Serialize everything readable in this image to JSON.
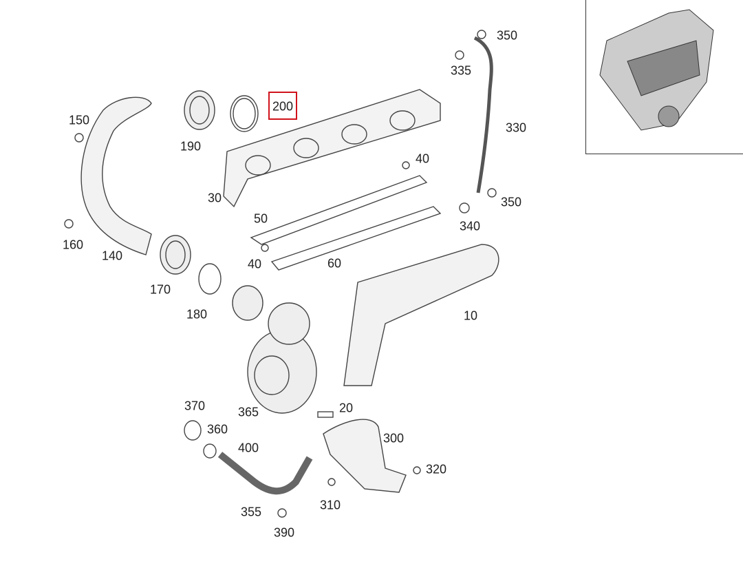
{
  "diagram": {
    "title": "Turbocharger and exhaust manifold parts diagram",
    "highlighted_part": "200",
    "highlight_color": "#d0121b",
    "callouts": [
      "350",
      "335",
      "330",
      "200",
      "150",
      "190",
      "40",
      "30",
      "350",
      "50",
      "340",
      "160",
      "140",
      "40",
      "60",
      "170",
      "10",
      "180",
      "370",
      "365",
      "20",
      "360",
      "300",
      "400",
      "320",
      "310",
      "355",
      "390"
    ]
  }
}
